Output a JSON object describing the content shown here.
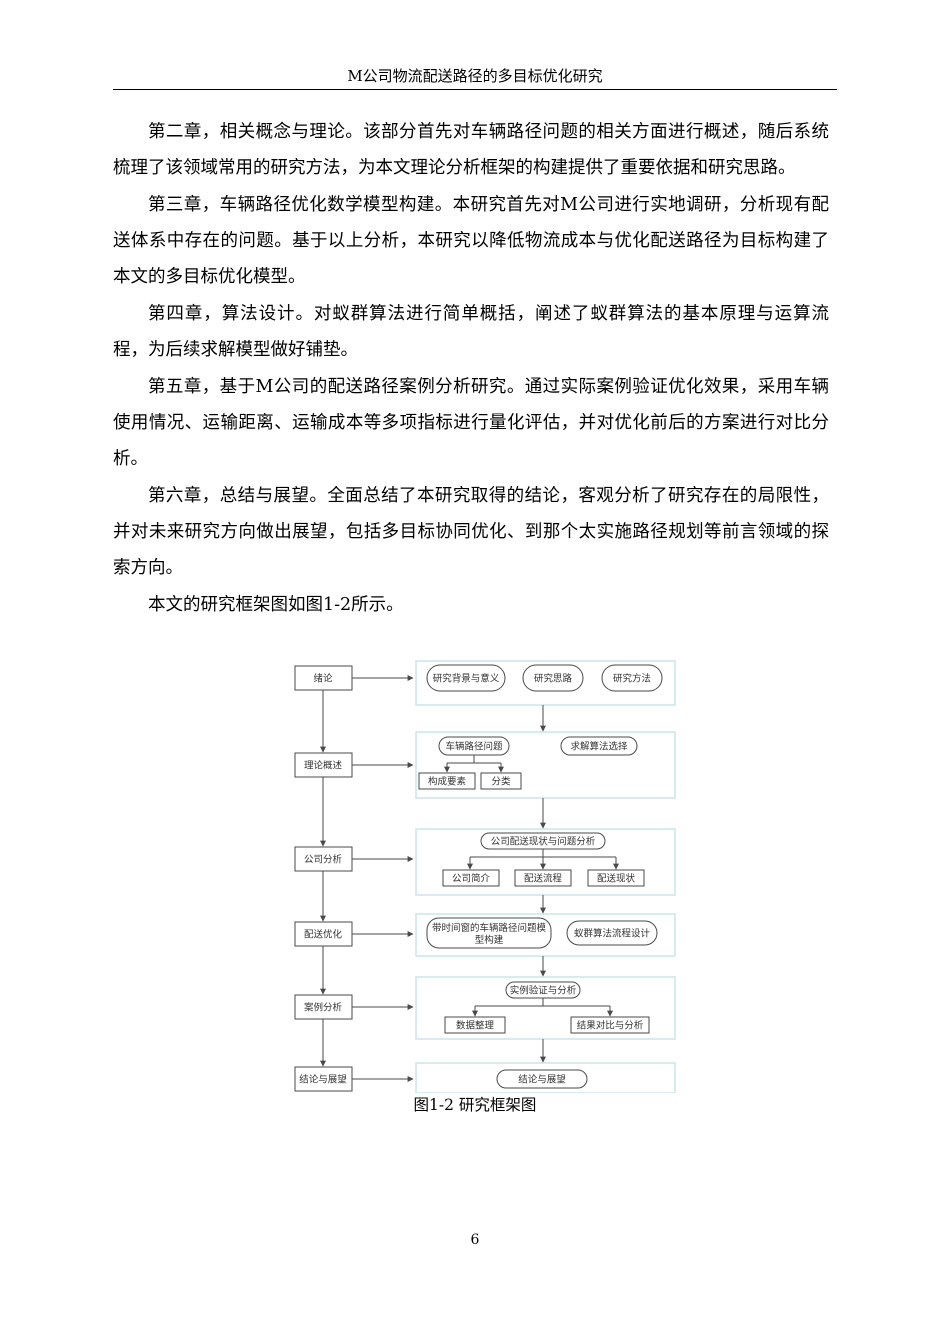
{
  "header": {
    "title": "M公司物流配送路径的多目标优化研究"
  },
  "paragraphs": [
    "第二章，相关概念与理论。该部分首先对车辆路径问题的相关方面进行概述，随后系统梳理了该领域常用的研究方法，为本文理论分析框架的构建提供了重要依据和研究思路。",
    "第三章，车辆路径优化数学模型构建。本研究首先对M公司进行实地调研，分析现有配送体系中存在的问题。基于以上分析，本研究以降低物流成本与优化配送路径为目标构建了本文的多目标优化模型。",
    "第四章，算法设计。对蚁群算法进行简单概括，阐述了蚁群算法的基本原理与运算流程，为后续求解模型做好铺垫。",
    "第五章，基于M公司的配送路径案例分析研究。通过实际案例验证优化效果，采用车辆使用情况、运输距离、运输成本等多项指标进行量化评估，并对优化前后的方案进行对比分析。",
    "第六章，总结与展望。全面总结了本研究取得的结论，客观分析了研究存在的局限性，并对未来研究方向做出展望，包括多目标协同优化、到那个太实施路径规划等前言领域的探索方向。",
    "本文的研究框架图如图1-2所示。"
  ],
  "figure": {
    "left_column": [
      "绪论",
      "理论概述",
      "公司分析",
      "配送优化",
      "案例分析",
      "结论与展望"
    ],
    "row1": [
      "研究背景与意义",
      "研究思路",
      "研究方法"
    ],
    "row2": {
      "top": [
        "车辆路径问题",
        "求解算法选择"
      ],
      "sub": [
        "构成要素",
        "分类"
      ]
    },
    "row3": {
      "top": "公司配送现状与问题分析",
      "sub": [
        "公司简介",
        "配送流程",
        "配送现状"
      ]
    },
    "row4": {
      "left_line1": "带时间窗的车辆路径问题模",
      "left_line2": "型构建",
      "right": "蚁群算法流程设计"
    },
    "row5": {
      "top": "实例验证与分析",
      "sub": [
        "数据整理",
        "结果对比与分析"
      ]
    },
    "row6": {
      "top": "结论与展望"
    },
    "colors": {
      "stroke": "#4a4a4a",
      "panel": "#c9e6ea",
      "text": "#333333"
    }
  },
  "caption": "图1-2 研究框架图",
  "page_number": "6"
}
